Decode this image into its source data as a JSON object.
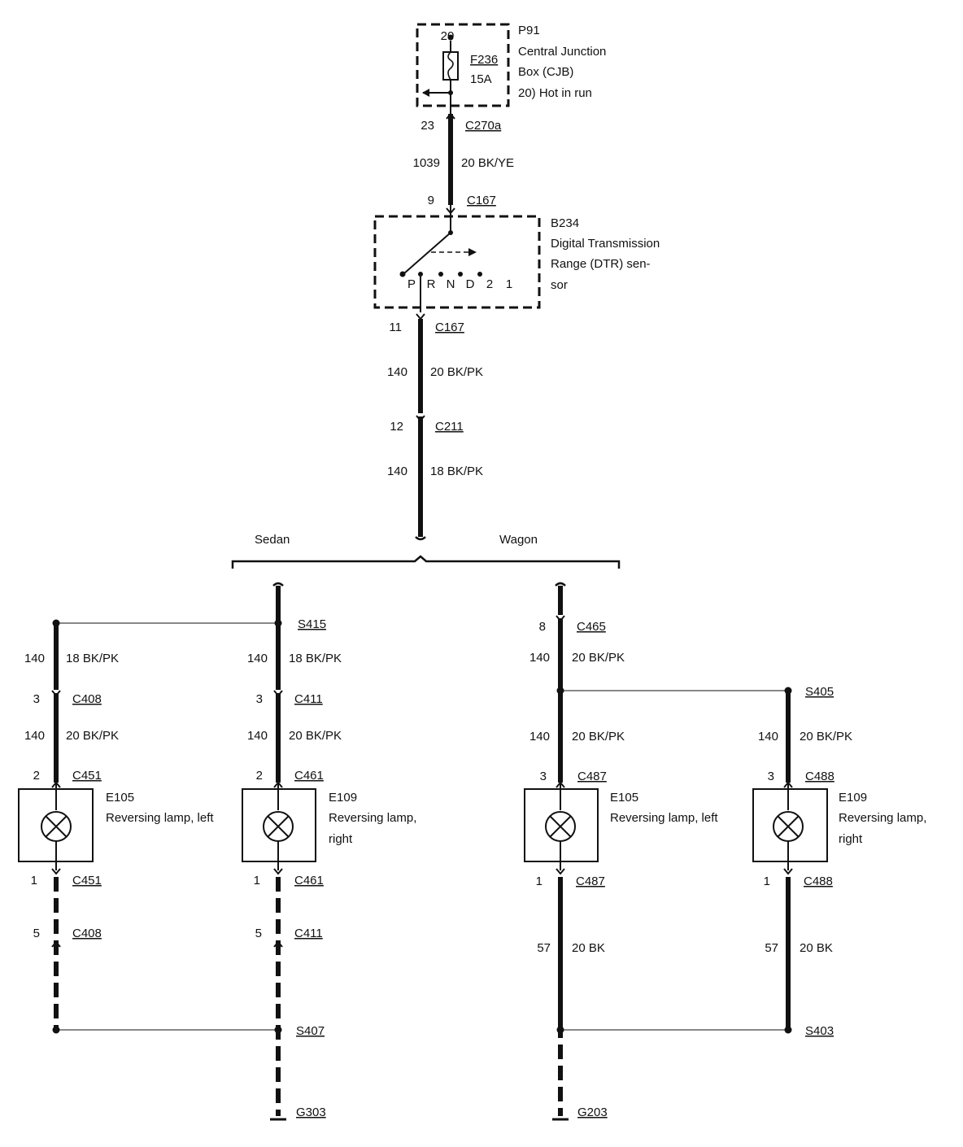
{
  "cjb": {
    "pin": "20",
    "fuse_id": "F236",
    "fuse_rating": "15A",
    "desc": [
      "P91",
      "Central Junction",
      "Box (CJB)",
      "20)  Hot in run"
    ]
  },
  "c270a": {
    "pin": "23",
    "name": "C270a"
  },
  "w1039": {
    "circuit": "1039",
    "wire": "20 BK/YE"
  },
  "c167_in": {
    "pin": "9",
    "name": "C167"
  },
  "dtr": {
    "desc": [
      "B234",
      "Digital Transmission",
      "Range (DTR) sen-",
      "sor"
    ],
    "positions": [
      "P",
      "R",
      "N",
      "D",
      "2",
      "1"
    ]
  },
  "c167_out": {
    "pin": "11",
    "name": "C167"
  },
  "w140a": {
    "circuit": "140",
    "wire": "20 BK/PK"
  },
  "c211": {
    "pin": "12",
    "name": "C211"
  },
  "w140b": {
    "circuit": "140",
    "wire": "18 BK/PK"
  },
  "branches": {
    "sedan": "Sedan",
    "wagon": "Wagon"
  },
  "sedan": {
    "s415": "S415",
    "left": {
      "w1": {
        "circuit": "140",
        "wire": "18 BK/PK"
      },
      "c1": {
        "pin": "3",
        "name": "C408"
      },
      "w2": {
        "circuit": "140",
        "wire": "20 BK/PK"
      },
      "c2": {
        "pin": "2",
        "name": "C451"
      },
      "lamp": [
        "E105",
        "Reversing lamp, left"
      ],
      "c3": {
        "pin": "1",
        "name": "C451"
      },
      "c4": {
        "pin": "5",
        "name": "C408"
      }
    },
    "right": {
      "w1": {
        "circuit": "140",
        "wire": "18 BK/PK"
      },
      "c1": {
        "pin": "3",
        "name": "C411"
      },
      "w2": {
        "circuit": "140",
        "wire": "20 BK/PK"
      },
      "c2": {
        "pin": "2",
        "name": "C461"
      },
      "lamp": [
        "E109",
        "Reversing lamp,",
        "right"
      ],
      "c3": {
        "pin": "1",
        "name": "C461"
      },
      "c4": {
        "pin": "5",
        "name": "C411"
      }
    },
    "s407": "S407",
    "ground": "G303"
  },
  "wagon": {
    "c465": {
      "pin": "8",
      "name": "C465"
    },
    "w1": {
      "circuit": "140",
      "wire": "20 BK/PK"
    },
    "s405": "S405",
    "left": {
      "w2": {
        "circuit": "140",
        "wire": "20 BK/PK"
      },
      "c1": {
        "pin": "3",
        "name": "C487"
      },
      "lamp": [
        "E105",
        "Reversing lamp, left"
      ],
      "c2": {
        "pin": "1",
        "name": "C487"
      },
      "w3": {
        "circuit": "57",
        "wire": "20 BK"
      }
    },
    "right": {
      "w2": {
        "circuit": "140",
        "wire": "20 BK/PK"
      },
      "c1": {
        "pin": "3",
        "name": "C488"
      },
      "lamp": [
        "E109",
        "Reversing lamp,",
        "right"
      ],
      "c2": {
        "pin": "1",
        "name": "C488"
      },
      "w3": {
        "circuit": "57",
        "wire": "20 BK"
      }
    },
    "s403": "S403",
    "ground": "G203"
  }
}
